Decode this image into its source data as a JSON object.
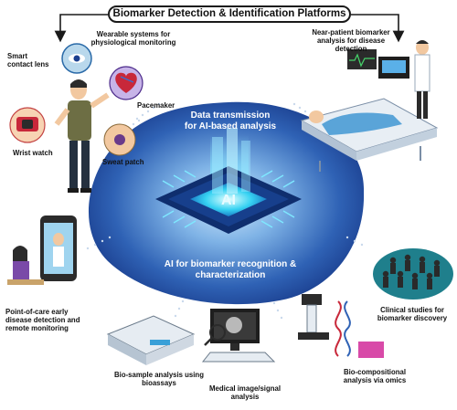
{
  "title": "Biomarker Detection & Identification Platforms",
  "center": {
    "chip_text": "AI",
    "upper_caption": "Data transmission\nfor AI-based analysis",
    "lower_caption": "AI for biomarker recognition &\ncharacterization"
  },
  "items": {
    "smart_contact_lens": "Smart\ncontact lens",
    "wearable_systems": "Wearable systems for\nphysiological monitoring",
    "pacemaker": "Pacemaker",
    "wrist_watch": "Wrist watch",
    "sweat_patch": "Sweat patch",
    "near_patient": "Near-patient biomarker\nanalysis for disease\ndetection",
    "point_of_care": "Point-of-care early\ndisease detection and\nremote monitoring",
    "clinical_studies": "Clinical studies for\nbiomarker discovery",
    "bio_sample": "Bio-sample analysis using\nbioassays",
    "medical_image": "Medical image/signal\nanalysis",
    "bio_compositional": "Bio-compositional\nanalysis via omics"
  },
  "colors": {
    "blob_dark": "#1b3f8f",
    "blob_light": "#7fb3e6",
    "chip_glow": "#36d2f2",
    "skin": "#f2c8a0",
    "bed": "#e8eef4",
    "people": "#2a2a2a"
  }
}
